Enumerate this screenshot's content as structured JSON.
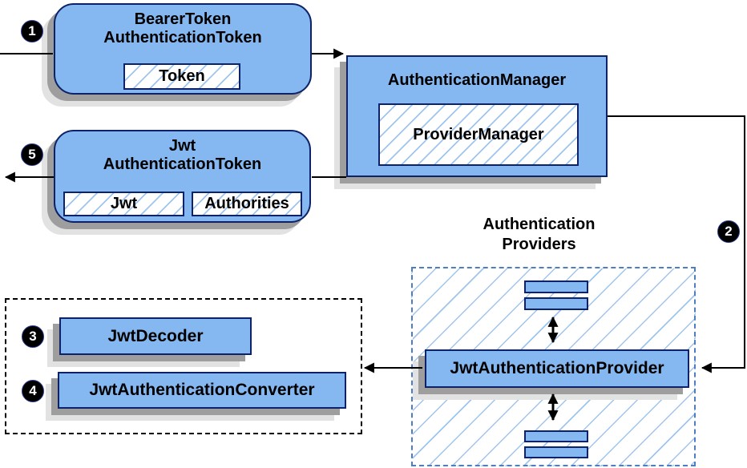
{
  "steps": {
    "s1": "1",
    "s2": "2",
    "s3": "3",
    "s4": "4",
    "s5": "5"
  },
  "nodes": {
    "bearer": {
      "title_line1": "BearerToken",
      "title_line2": "AuthenticationToken",
      "token_label": "Token"
    },
    "manager": {
      "title": "AuthenticationManager",
      "inner_label": "ProviderManager"
    },
    "jwt": {
      "title_line1": "Jwt",
      "title_line2": "AuthenticationToken",
      "jwt_label": "Jwt",
      "authorities_label": "Authorities"
    },
    "providers": {
      "heading_line1": "Authentication",
      "heading_line2": "Providers",
      "provider_label": "JwtAuthenticationProvider"
    },
    "decoders": {
      "decoder_label": "JwtDecoder",
      "converter_label": "JwtAuthenticationConverter"
    }
  },
  "colors": {
    "box_fill": "#85b7f0",
    "box_border": "#0d2268",
    "hatch_line": "#9fc5ef",
    "dashed_blue": "#4d7ec2",
    "shadow_dark": "#9e9e9e",
    "shadow_light": "#e2e2e2",
    "line_color": "#000000"
  }
}
